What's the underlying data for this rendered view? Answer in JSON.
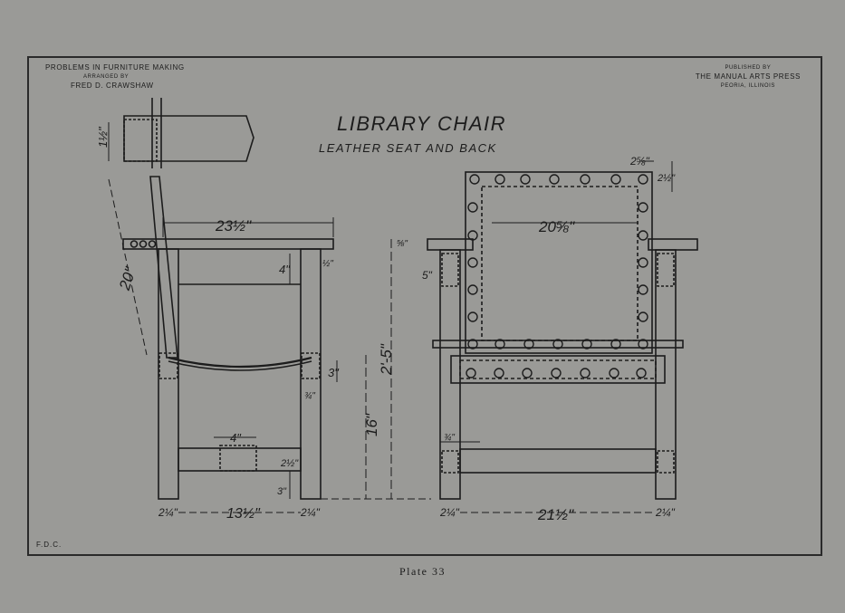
{
  "header_left": {
    "line1": "Problems in Furniture Making",
    "line2": "Arranged by",
    "line3": "Fred D. Crawshaw"
  },
  "header_right": {
    "line1": "Published by",
    "line2": "The Manual Arts Press",
    "line3": "Peoria, Illinois"
  },
  "title": "Library Chair",
  "subtitle": "Leather Seat and Back",
  "initials": "F.D.C.",
  "caption": "Plate 33",
  "dimensions": {
    "arm_thickness": "1½\"",
    "back_slant": "20\"",
    "arm_length": "23½\"",
    "rail_width": "4\"",
    "arm_offset": "½\"",
    "side_rail_depth": "3\"",
    "side_rail_offset": "¾\"",
    "seat_height": "16\"",
    "total_height": "2'-5\"",
    "stretcher_width": "4\"",
    "stretcher_depth": "2½\"",
    "stretcher_height": "3\"",
    "leg_left": "2¼\"",
    "side_span": "13½\"",
    "leg_right": "2¼\"",
    "back_width": "20⅝\"",
    "top_post": "2⅝\"",
    "top_post_h": "2½\"",
    "front_arm_h": "⅝\"",
    "front_rail": "5\"",
    "front_low": "¾\"",
    "front_leg_left": "2¼\"",
    "front_span": "21½\"",
    "front_leg_right": "2¼\""
  }
}
